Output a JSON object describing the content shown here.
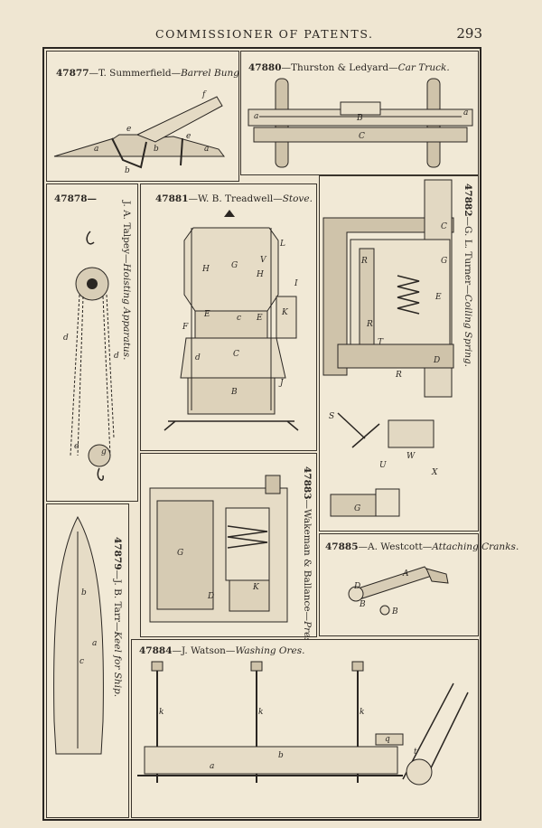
{
  "header": {
    "running_title": "COMMISSIONER OF PATENTS.",
    "page_number": "293"
  },
  "patents": {
    "p47877": {
      "number": "47877",
      "inventor": "—T. Summerfield—",
      "title": "Barrel Bung."
    },
    "p47880": {
      "number": "47880",
      "inventor": "—Thurston & Ledyard—",
      "title": "Car Truck."
    },
    "p47878": {
      "number": "47878—",
      "inventor": "J. A. Talpey—",
      "title": "Hoisting Apparatus."
    },
    "p47881": {
      "number": "47881",
      "inventor": "—W. B. Treadwell—",
      "title": "Stove."
    },
    "p47882": {
      "number": "47882",
      "inventor": "—G. L. Turner—",
      "title": "Coiling Spring."
    },
    "p47879": {
      "number": "47879",
      "inventor": "—J. B. Tarr—",
      "title": "Keel for Ship."
    },
    "p47883": {
      "number": "47883",
      "inventor": "—Wakeman & Ballance—",
      "title": "Pressing Hay."
    },
    "p47885": {
      "number": "47885",
      "inventor": "—A. Westcott—",
      "title": "Attaching Cranks."
    },
    "p47884": {
      "number": "47884",
      "inventor": "—J. Watson—",
      "title": "Washing Ores."
    }
  },
  "drawing_labels": {
    "bung": [
      "f",
      "e",
      "e",
      "a",
      "b",
      "a",
      "b"
    ],
    "truck": [
      "a",
      "B",
      "a",
      "C"
    ],
    "hoist": [
      "d",
      "d",
      "e",
      "g"
    ],
    "stove": [
      "G",
      "L",
      "H",
      "H",
      "V",
      "I",
      "E",
      "c",
      "E",
      "K",
      "F",
      "C",
      "d",
      "B",
      "J"
    ],
    "spring": [
      "C",
      "G",
      "E",
      "R",
      "R",
      "T",
      "D",
      "R",
      "S",
      "U",
      "W",
      "X",
      "G"
    ],
    "keel": [
      "b",
      "a",
      "c"
    ],
    "hay": [
      "G",
      "D",
      "K"
    ],
    "cranks": [
      "A",
      "D",
      "B",
      "B"
    ],
    "ores": [
      "k",
      "k",
      "k",
      "a",
      "b",
      "q",
      "t"
    ]
  }
}
